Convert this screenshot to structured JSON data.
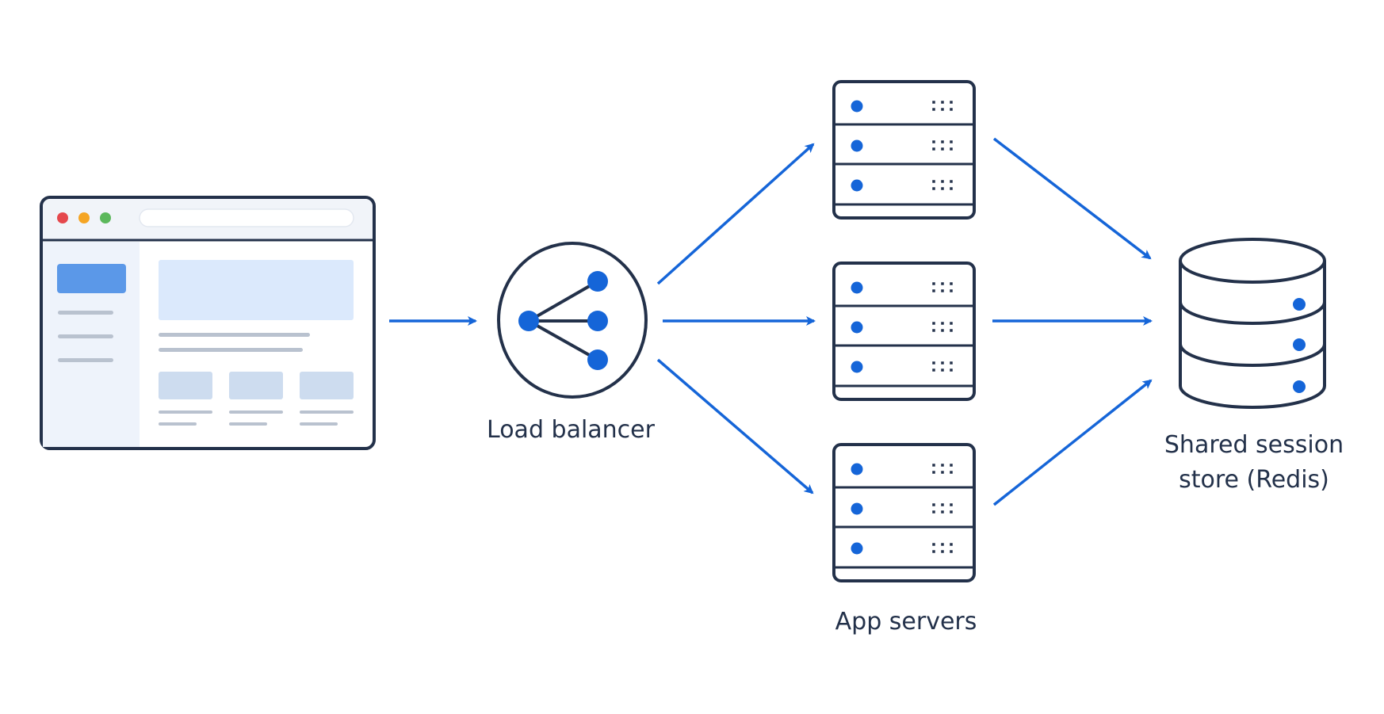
{
  "colors": {
    "ink": "#23314a",
    "accent": "#1565d8",
    "light_fill": "#eef3fb",
    "pale_blue": "#dbe9fc",
    "tile_blue": "#cddcef",
    "gray_line": "#b9c2cf",
    "close_dot": "#e5484d",
    "minimize_dot": "#f5a524",
    "maximize_dot": "#5cb85c"
  },
  "nodes": {
    "browser": {
      "icon": "browser-window-icon"
    },
    "load_balancer": {
      "label": "Load balancer",
      "icon": "load-balancer-icon"
    },
    "app_servers": {
      "label": "App servers",
      "icon": "server-rack-icon",
      "count": 3
    },
    "session_store": {
      "label_line1": "Shared session",
      "label_line2": "store (Redis)",
      "icon": "database-icon"
    }
  },
  "edges": [
    {
      "from": "browser",
      "to": "load_balancer"
    },
    {
      "from": "load_balancer",
      "to": "app_server_1"
    },
    {
      "from": "load_balancer",
      "to": "app_server_2"
    },
    {
      "from": "load_balancer",
      "to": "app_server_3"
    },
    {
      "from": "app_server_1",
      "to": "session_store"
    },
    {
      "from": "app_server_2",
      "to": "session_store"
    },
    {
      "from": "app_server_3",
      "to": "session_store"
    }
  ]
}
